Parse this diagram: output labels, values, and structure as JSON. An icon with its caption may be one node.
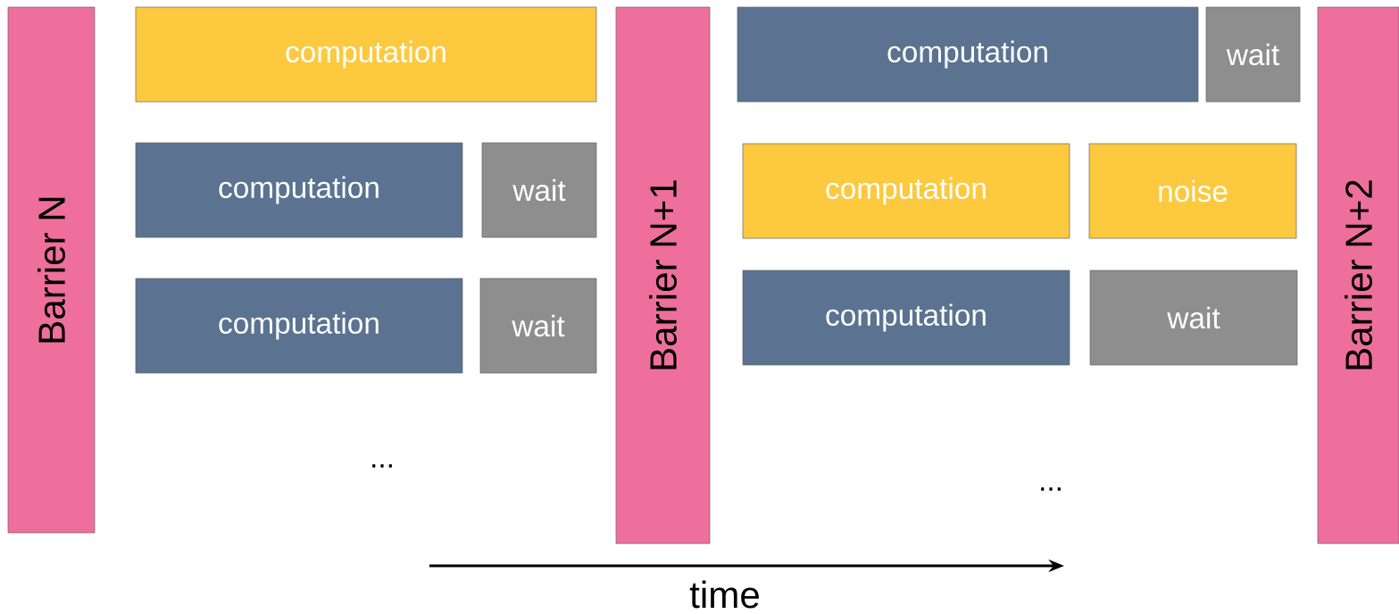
{
  "diagram": {
    "nodes": [
      {
        "text": [
          "Barrier N"
        ]
      },
      {
        "text": [
          "computation"
        ]
      },
      {
        "text": [
          "computation"
        ]
      },
      {
        "text": [
          "wait"
        ]
      },
      {
        "text": [
          "computation"
        ]
      },
      {
        "text": [
          "wait"
        ]
      },
      {
        "text": [
          "Barrier N+1"
        ]
      },
      {
        "text": [
          "computation"
        ]
      },
      {
        "text": [
          "wait"
        ]
      },
      {
        "text": [
          "computation"
        ]
      },
      {
        "text": [
          "noise"
        ]
      },
      {
        "text": [
          "computation"
        ]
      },
      {
        "text": [
          "wait"
        ]
      },
      {
        "text": [
          "Barrier N+2"
        ]
      }
    ],
    "labels": [
      "...",
      "...",
      "time"
    ]
  }
}
